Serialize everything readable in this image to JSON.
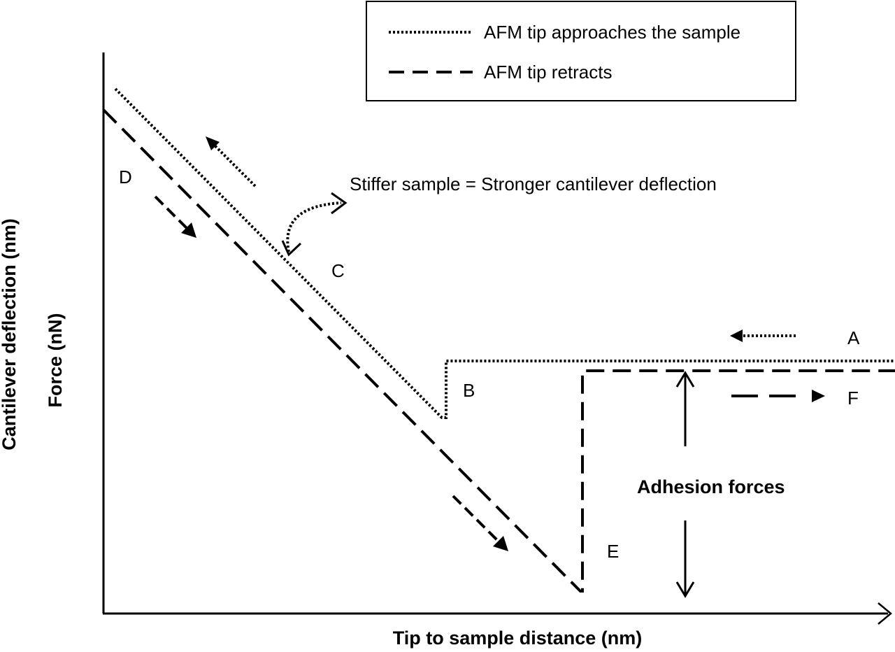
{
  "legend": {
    "approach_label": "AFM tip approaches the sample",
    "retract_label": "AFM tip retracts"
  },
  "axes": {
    "x_label": "Tip to sample distance (nm)",
    "y_label_outer": "Cantilever deflection (nm)",
    "y_label_inner": "Force (nN)"
  },
  "points": {
    "a": "A",
    "b": "B",
    "c": "C",
    "d": "D",
    "e": "E",
    "f": "F"
  },
  "annotations": {
    "stiffness": "Stiffer sample = Stronger cantilever deflection",
    "adhesion": "Adhesion forces"
  }
}
